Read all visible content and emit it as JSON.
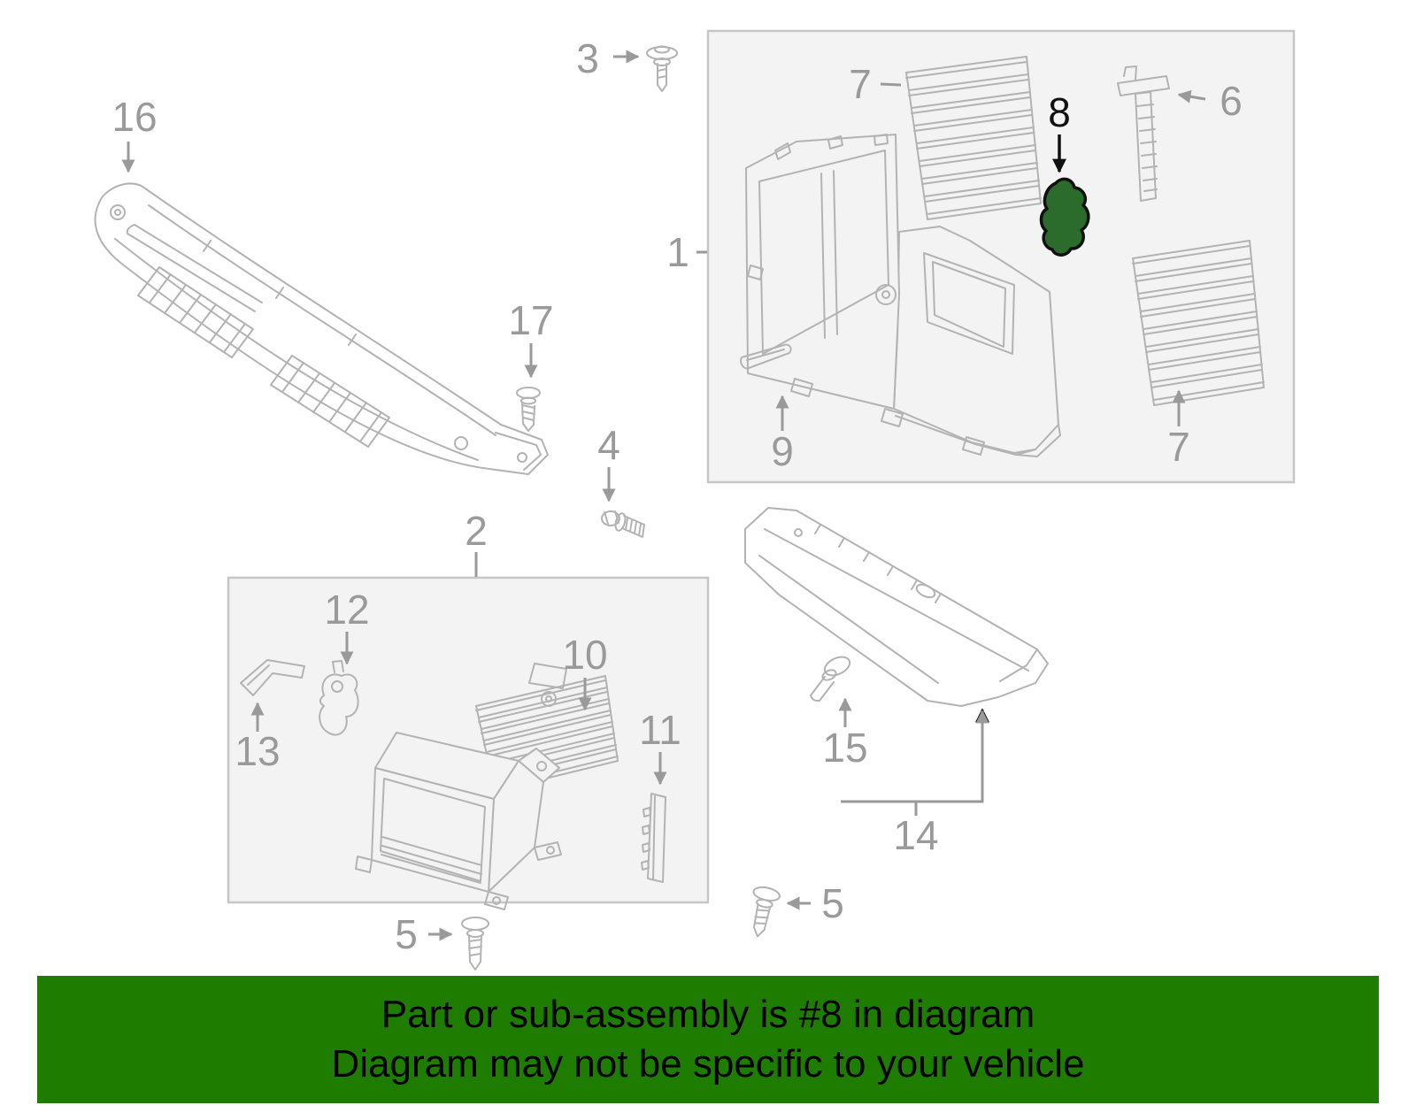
{
  "banner": {
    "line1": "Part or sub-assembly is #8 in diagram",
    "line2": "Diagram may not be specific to your vehicle"
  },
  "colors": {
    "banner_bg": "#1e7d00",
    "banner_text": "#000000",
    "highlight": "#2b6b2b",
    "highlight_label": "#111111",
    "line": "#b3b3b3",
    "label": "#9a9a9a",
    "box_border": "#c6c6c6",
    "box_fill": "#f3f3f3"
  },
  "diagram": {
    "highlighted_callout": "8",
    "callouts": [
      {
        "label": "16"
      },
      {
        "label": "3"
      },
      {
        "label": "7"
      },
      {
        "label": "8"
      },
      {
        "label": "6"
      },
      {
        "label": "1"
      },
      {
        "label": "17"
      },
      {
        "label": "4"
      },
      {
        "label": "9"
      },
      {
        "label": "7"
      },
      {
        "label": "2"
      },
      {
        "label": "12"
      },
      {
        "label": "13"
      },
      {
        "label": "10"
      },
      {
        "label": "11"
      },
      {
        "label": "15"
      },
      {
        "label": "14"
      },
      {
        "label": "5"
      },
      {
        "label": "5"
      }
    ]
  }
}
